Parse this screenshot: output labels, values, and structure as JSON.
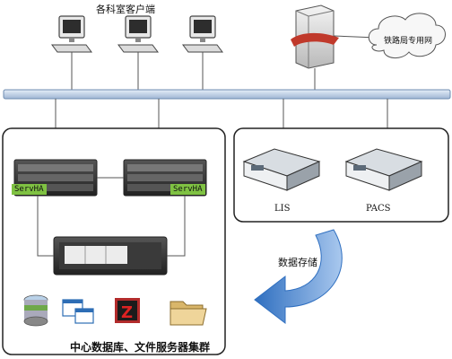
{
  "clients": {
    "label": "各科室客户端"
  },
  "external": {
    "label": "铁路局专用网"
  },
  "servers": {
    "ha_label_1": "ServHA",
    "ha_label_2": "ServHA",
    "lis": "LIS",
    "pacs": "PACS"
  },
  "storage": {
    "label": "数据存储"
  },
  "cluster": {
    "label": "中心数据库、文件服务器集群"
  },
  "icons": [
    "database-icon",
    "windows-app-icon",
    "filezilla-icon",
    "folder-icon"
  ],
  "colors": {
    "bus": "#b9cce4",
    "bus_border": "#6d8bb0",
    "arrow": "#5b8fd0",
    "firewall": "#c0392b",
    "ha_badge": "#7fc242"
  }
}
